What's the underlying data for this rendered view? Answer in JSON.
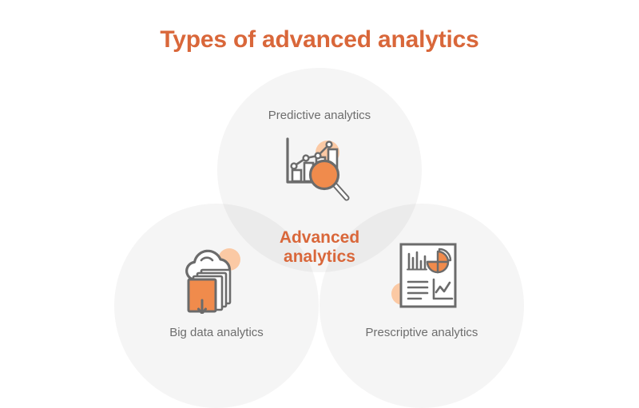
{
  "page": {
    "background_color": "#ffffff",
    "accent_color": "#e2703a",
    "title_color": "#d9673a",
    "label_color": "#6d6d6d",
    "circle_fill": "#f2f1f1",
    "icon_stroke": "#6b6b6b",
    "icon_orange": "#f08b4c",
    "icon_orange_light": "#fbc9a4"
  },
  "title": {
    "text": "Types of advanced analytics"
  },
  "center": {
    "line1": "Advanced",
    "line2": "analytics"
  },
  "venn": {
    "circles": [
      {
        "id": "predictive",
        "label": "Predictive analytics",
        "position": "top",
        "icon": "chart-magnifier-icon"
      },
      {
        "id": "big-data",
        "label": "Big data analytics",
        "position": "bottom-left",
        "icon": "cloud-documents-icon"
      },
      {
        "id": "prescriptive",
        "label": "Prescriptive analytics",
        "position": "bottom-right",
        "icon": "report-dashboard-icon"
      }
    ]
  },
  "chart_data": {
    "type": "diagram",
    "diagram_type": "venn",
    "title": "Types of advanced analytics",
    "center_label": "Advanced analytics",
    "sets": [
      "Predictive analytics",
      "Big data analytics",
      "Prescriptive analytics"
    ],
    "set_count": 3,
    "intersection_label": "Advanced analytics",
    "legend": "none"
  }
}
